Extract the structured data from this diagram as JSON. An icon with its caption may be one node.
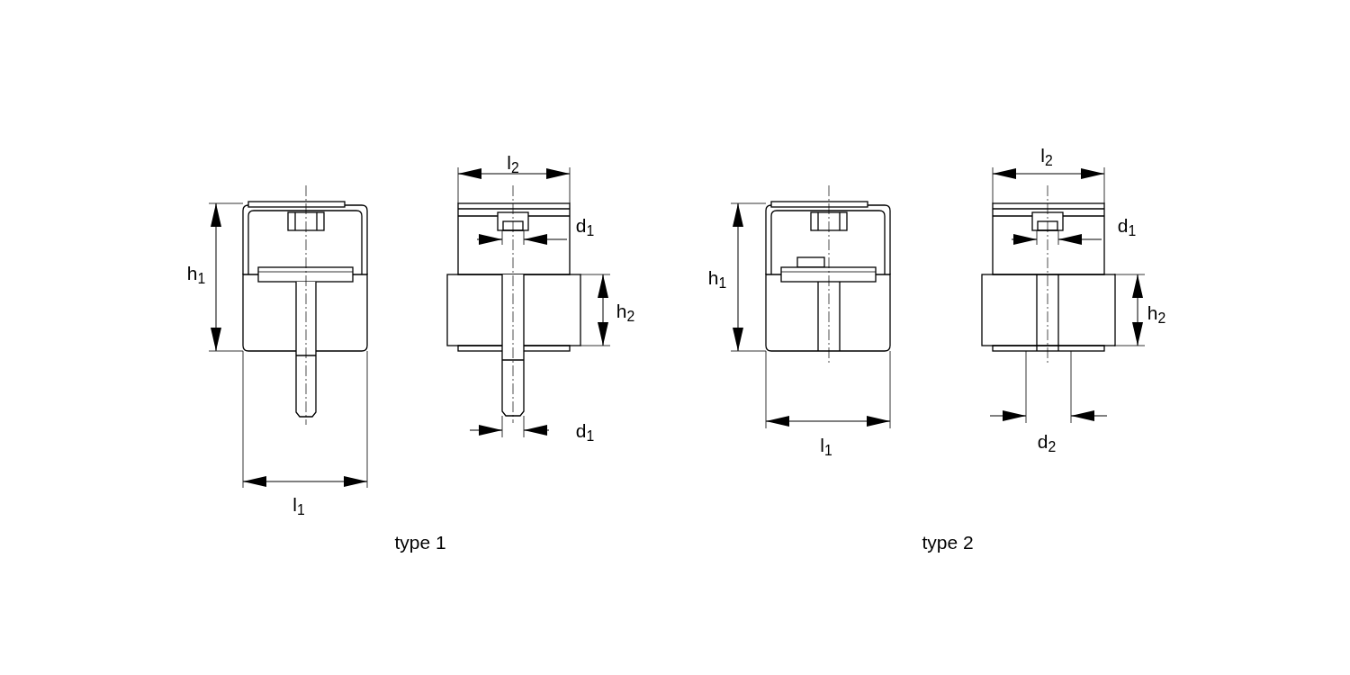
{
  "diagram": {
    "labels": [
      "h$_{1}$",
      "l$_{1}$",
      "l$_{2}$",
      "d$_{1}$",
      "h$_{2}$",
      "d$_{1}$",
      "type 1",
      "h$_{1}$",
      "l$_{1}$",
      "l$_{2}$",
      "d$_{1}$",
      "h$_{2}$",
      "d$_{2}$",
      "type 2"
    ]
  }
}
